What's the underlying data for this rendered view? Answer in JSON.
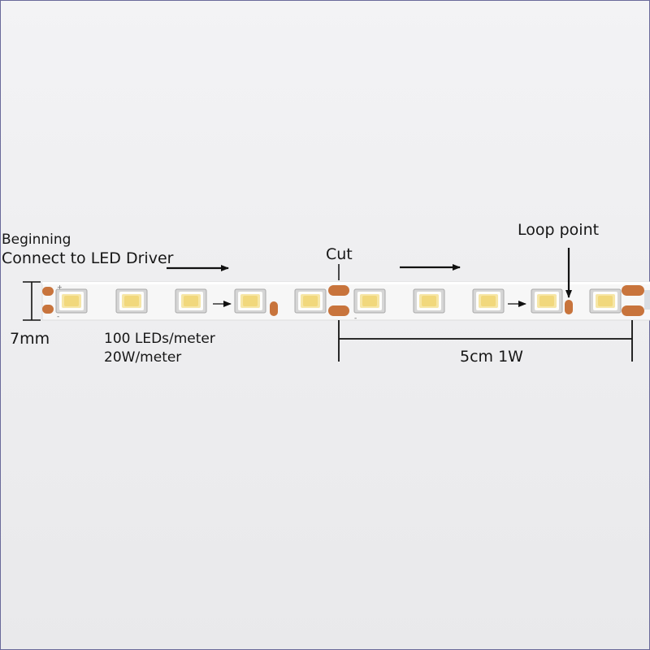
{
  "labels": {
    "beginning": "Beginning",
    "connect": "Connect to LED Driver",
    "cut": "Cut",
    "loop_point": "Loop point",
    "width": "7mm",
    "density": "100 LEDs/meter",
    "power": "20W/meter",
    "segment": "5cm 1W"
  },
  "strip": {
    "led_count": 10,
    "polarity_plus": "+",
    "polarity_minus": "-",
    "colors": {
      "pcb": "#f7f7f7",
      "pcb_edge": "#dcdcdc",
      "pad": "#c8743c",
      "led_frame": "#d6d6d6",
      "led_phosphor": "#f6e6a6",
      "led_core": "#f1d87c",
      "ink": "#111111"
    }
  }
}
